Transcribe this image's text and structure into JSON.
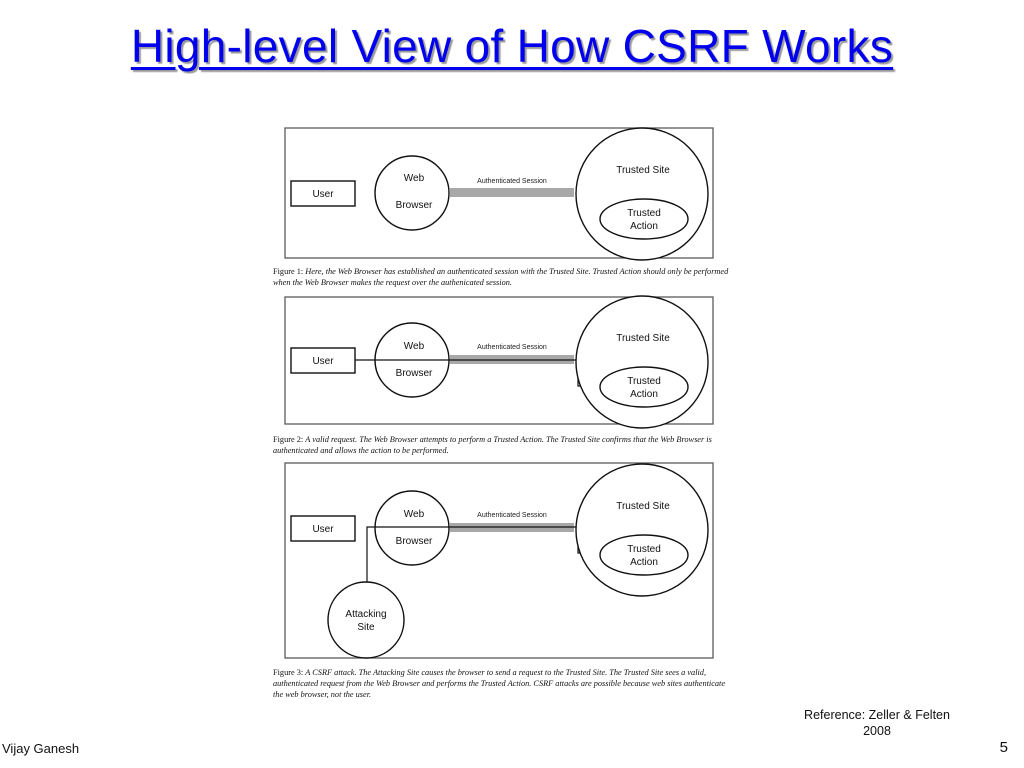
{
  "slide": {
    "title": "High-level View of How CSRF Works",
    "reference_line1": "Reference: Zeller & Felten",
    "reference_line2": "2008",
    "author": "Vijay Ganesh",
    "page_number": "5"
  },
  "diagram": {
    "nodes": {
      "user": "User",
      "web_browser_line1": "Web",
      "web_browser_line2": "Browser",
      "trusted_site": "Trusted Site",
      "trusted_action_line1": "Trusted",
      "trusted_action_line2": "Action",
      "attacking_site_line1": "Attacking",
      "attacking_site_line2": "Site"
    },
    "session_label": "Authenticated Session",
    "figures": [
      {
        "label": "Figure 1:",
        "caption": "Here, the Web Browser has established an authenticated session with the Trusted Site. Trusted Action should only be performed when the Web Browser makes the request over the authenicated session."
      },
      {
        "label": "Figure 2:",
        "caption": "A valid request. The Web Browser attempts to perform a Trusted Action. The Trusted Site confirms that the Web Browser is authenticated and allows the action to be performed."
      },
      {
        "label": "Figure 3:",
        "caption": "A CSRF attack. The Attacking Site causes the browser to send a request to the Trusted Site. The Trusted Site sees a valid, authenticated request from the Web Browser and performs the Trusted Action. CSRF attacks are possible because web sites authenticate the web browser, not the user."
      }
    ]
  }
}
